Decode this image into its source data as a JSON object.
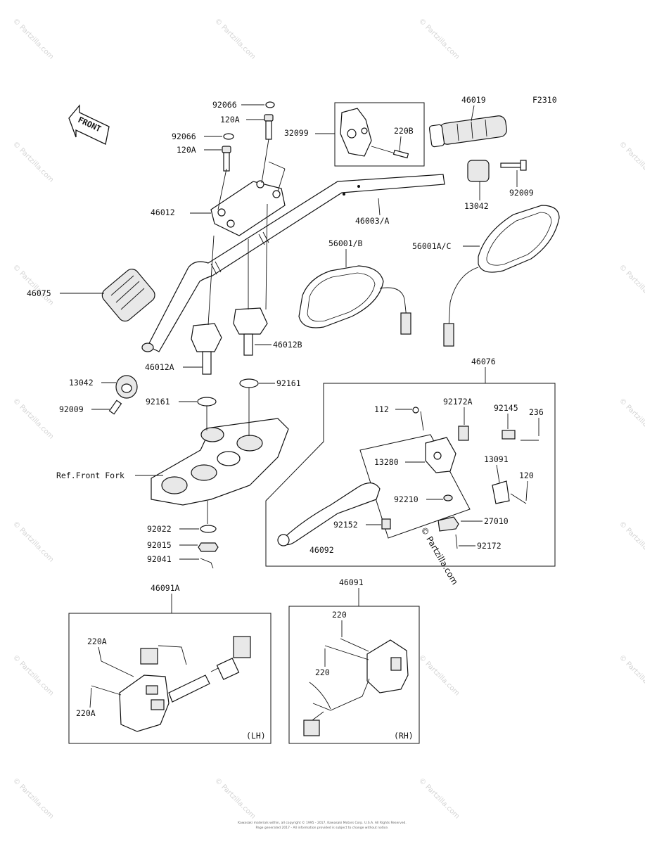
{
  "figure_code": "F2310",
  "front_arrow_text": "FRONT",
  "watermark": "© Partzilla.com",
  "watermark_center": "© Partzilla.com",
  "footer": {
    "line1": "Kawasaki materials within, all copyright © 1995 - 2017, Kawasaki Motors Corp. U.S.A. All Rights Reserved.",
    "line2": "Page generated 2017 - All information provided is subject to change without notice."
  },
  "labels": {
    "p92066_top": "92066",
    "p120a_top": "120A",
    "p92066_mid": "92066",
    "p120a_mid": "120A",
    "p32099": "32099",
    "p220b": "220B",
    "p46019": "46019",
    "p46012": "46012",
    "p46003a": "46003/A",
    "p13042_r": "13042",
    "p92009_r": "92009",
    "p56001b": "56001/B",
    "p56001ac": "56001A/C",
    "p46075": "46075",
    "p46012b": "46012B",
    "p46012a": "46012A",
    "p13042_l": "13042",
    "p92161_l": "92161",
    "p92161_r": "92161",
    "p92009_l": "92009",
    "ref_front_fork": "Ref.Front Fork",
    "p92022": "92022",
    "p92015": "92015",
    "p92041": "92041",
    "p46076": "46076",
    "p112": "112",
    "p92172a": "92172A",
    "p92145": "92145",
    "p236": "236",
    "p13280": "13280",
    "p13091": "13091",
    "p120": "120",
    "p92210": "92210",
    "p92152": "92152",
    "p27010": "27010",
    "p46092": "46092",
    "p92172": "92172",
    "p46091a": "46091A",
    "p220a_1": "220A",
    "p220a_2": "220A",
    "lh": "(LH)",
    "p46091": "46091",
    "p220": "220",
    "p220_2": "220",
    "rh": "(RH)"
  }
}
